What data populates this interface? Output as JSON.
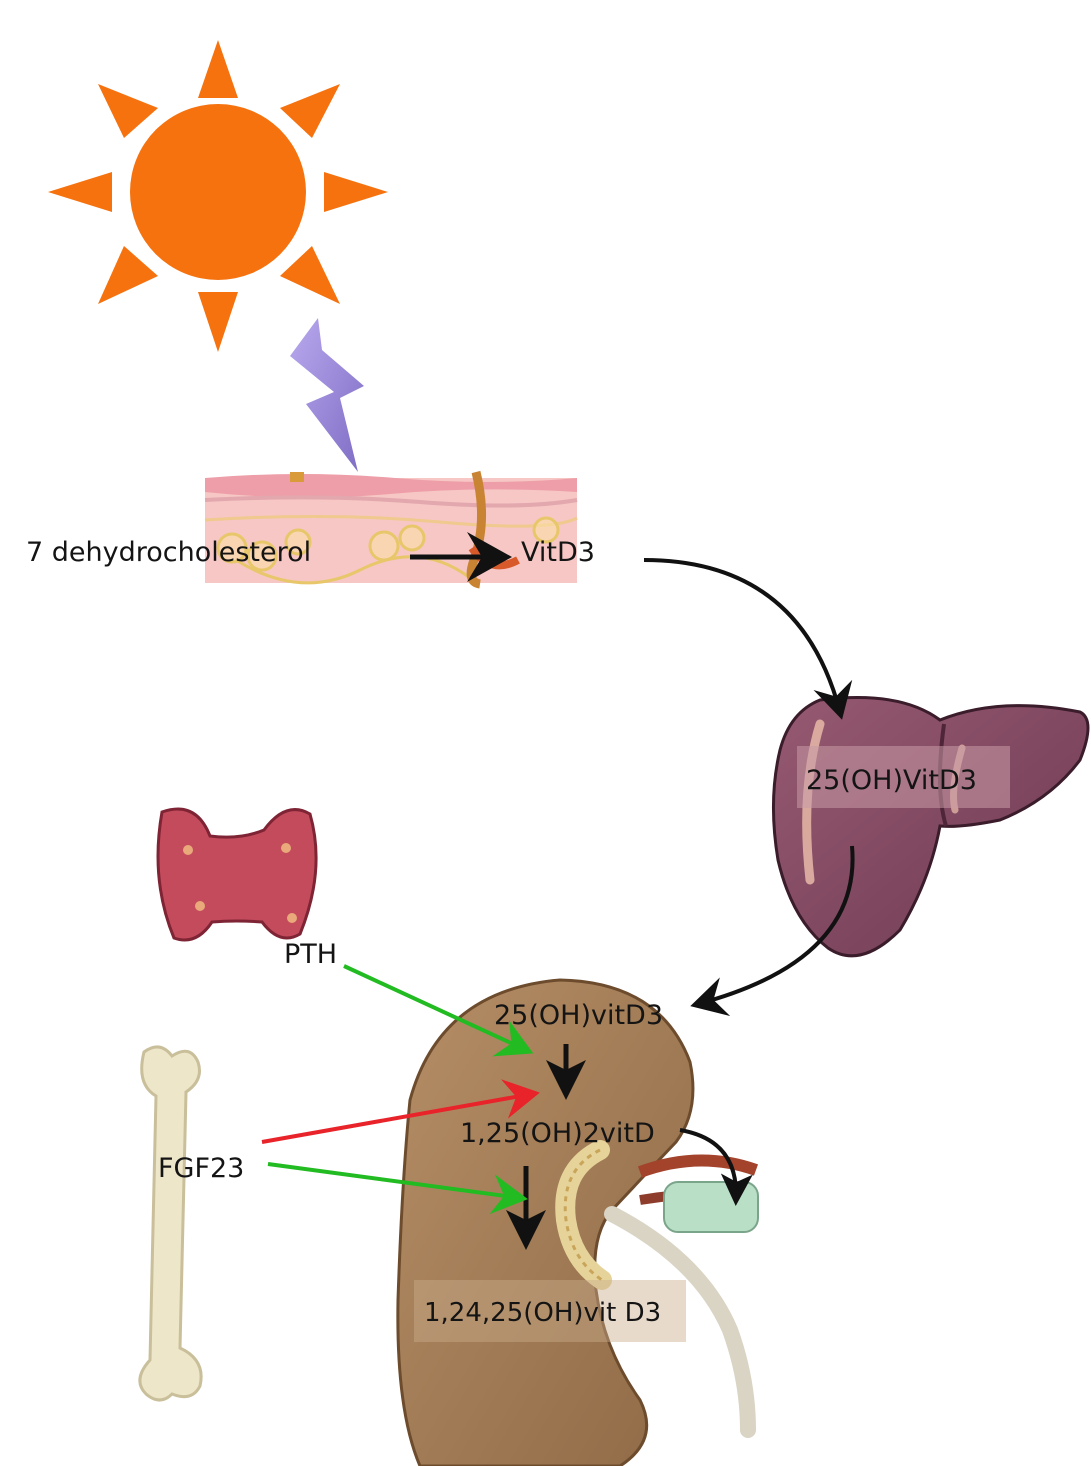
{
  "labels": {
    "precursor": "7 dehydrocholesterol",
    "skin_product": "VitD3",
    "liver_product": "25(OH)VitD3",
    "kidney_input": "25(OH)vitD3",
    "kidney_active": "1,25(OH)2vitD",
    "kidney_inactive": "1,24,25(OH)vit D3",
    "parathyroid_hormone": "PTH",
    "bone_hormone": "FGF23"
  },
  "colors": {
    "sun": "#f5720f",
    "uv_bolt": "#9b8ad6",
    "skin": "#f6c7c4",
    "liver": "#8a4f66",
    "kidney": "#a77f58",
    "parathyroid": "#c44b5c",
    "bone": "#eee6c9",
    "stimulate_arrow": "#22bb22",
    "inhibit_arrow": "#e8232a",
    "pathway_arrow": "#111111"
  },
  "icons": [
    "sun-icon",
    "uv-bolt-icon",
    "skin-layer-icon",
    "liver-icon",
    "parathyroid-icon",
    "bone-icon",
    "kidney-icon"
  ]
}
